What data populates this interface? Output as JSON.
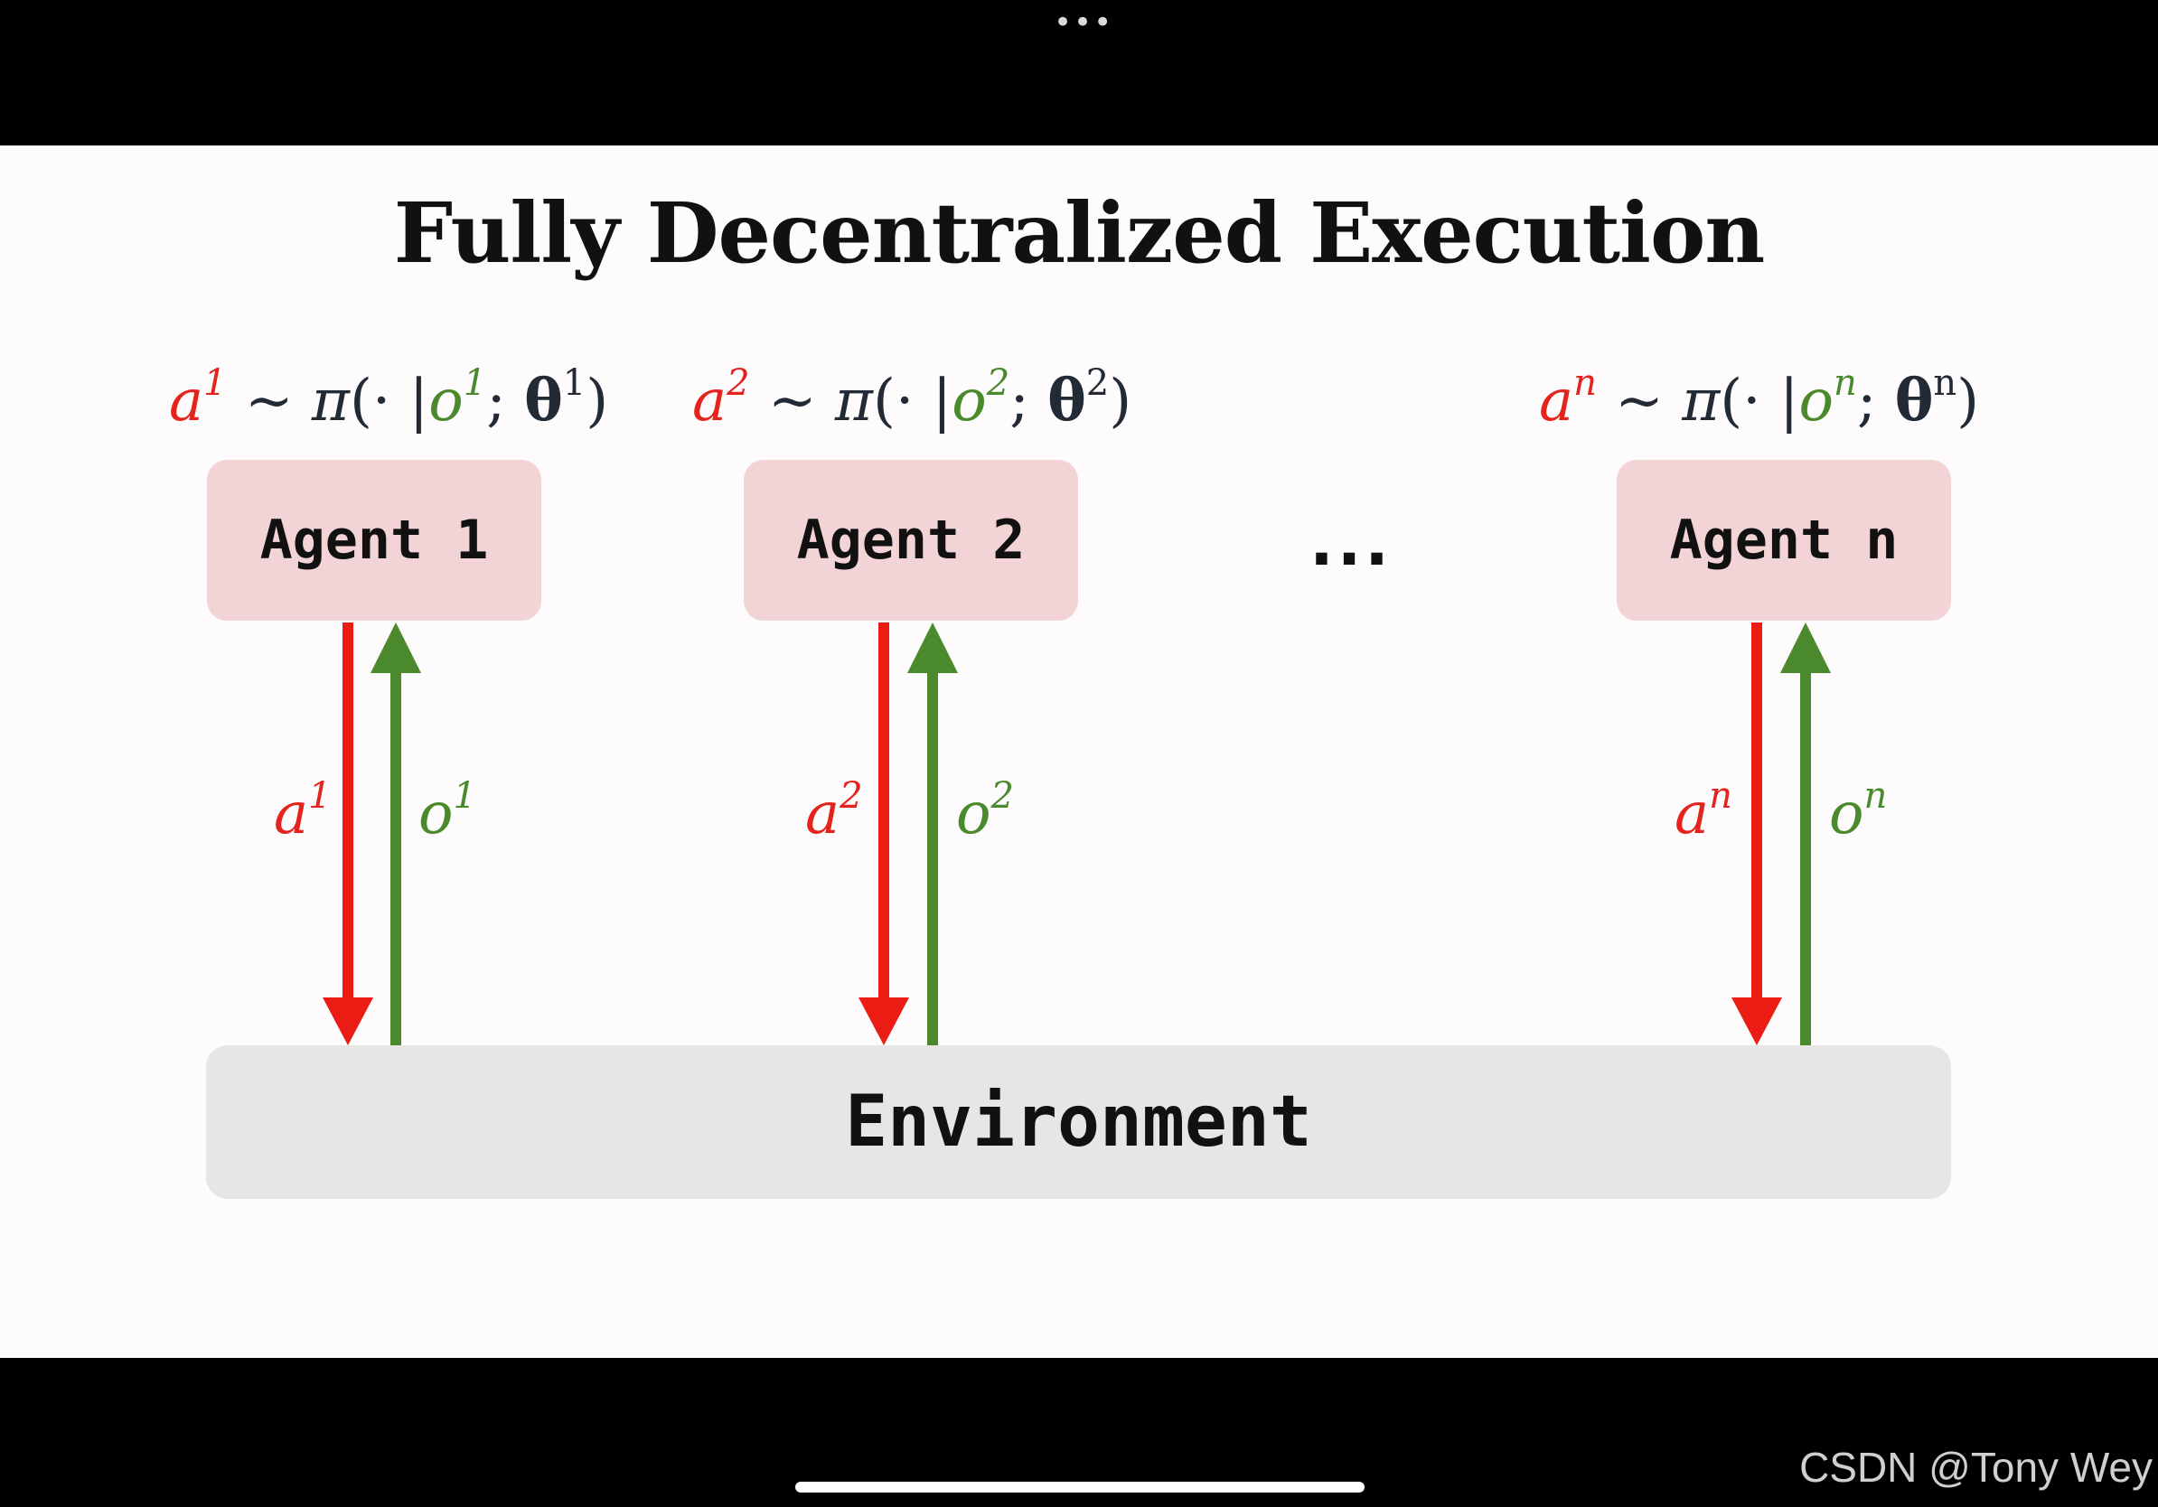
{
  "window": {
    "more_icon": "more-dots-icon"
  },
  "slide": {
    "title": "Fully Decentralized Execution",
    "colors": {
      "action": "#e3231c",
      "observation": "#4a8a2c",
      "agent_box": "#f3d4d6",
      "environment_box": "#e7e6e7"
    },
    "agents": [
      {
        "label": "Agent 1",
        "index": "1",
        "formula": {
          "action": "a",
          "sim": "~",
          "policy": "π",
          "open": "(· |",
          "obs": "o",
          "sep": ";",
          "theta": "θ",
          "close": ")"
        }
      },
      {
        "label": "Agent 2",
        "index": "2",
        "formula": {
          "action": "a",
          "sim": "~",
          "policy": "π",
          "open": "(· |",
          "obs": "o",
          "sep": ";",
          "theta": "θ",
          "close": ")"
        }
      },
      {
        "label": "Agent n",
        "index": "n",
        "formula": {
          "action": "a",
          "sim": "~",
          "policy": "π",
          "open": "(· |",
          "obs": "o",
          "sep": ";",
          "theta": "θ",
          "close": ")"
        }
      }
    ],
    "ellipsis": "...",
    "environment": "Environment",
    "arrow_labels": [
      {
        "action": "a",
        "obs": "o",
        "index": "1"
      },
      {
        "action": "a",
        "obs": "o",
        "index": "2"
      },
      {
        "action": "a",
        "obs": "o",
        "index": "n"
      }
    ]
  },
  "watermark": "CSDN @Tony Wey"
}
